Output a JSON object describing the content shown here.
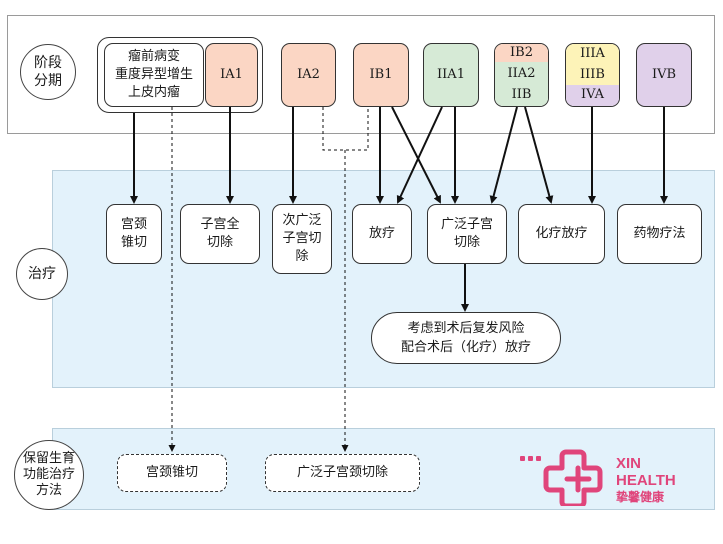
{
  "labels": {
    "stage": "阶段\n分期",
    "treatment": "治疗",
    "fertility": "保留生育\n功能治疗\n方法"
  },
  "stages": {
    "precancer": "瘤前病变\n重度异型增生\n上皮内瘤",
    "ia1": "IA1",
    "ia2": "IA2",
    "ib1": "IB1",
    "iia1": "IIA1",
    "group1": [
      "IB2",
      "IIA2",
      "IIB"
    ],
    "group2": [
      "IIIA",
      "IIIB",
      "IVA"
    ],
    "ivb": "IVB"
  },
  "treatments": {
    "conization": "宫颈\n锥切",
    "total_hysterectomy": "子宫全\n切除",
    "subradical": "次广泛\n子宫切\n除",
    "radiotherapy": "放疗",
    "radical": "广泛子宫\n切除",
    "chemoradiation": "化疗放疗",
    "drug_therapy": "药物疗法",
    "postop_note": "考虑到术后复发风险\n配合术后（化疗）放疗"
  },
  "fertility": {
    "conization": "宫颈锥切",
    "radical_trachelectomy": "广泛子宫颈切除"
  },
  "logo": {
    "line1": "XIN",
    "line2": "HEALTH",
    "chinese": "挚馨健康"
  },
  "colors": {
    "peach": "#fbd6c4",
    "green": "#d6ead6",
    "yellow": "#fdf3b8",
    "lavender": "#e0d0ea",
    "brand": "#e0457b"
  }
}
